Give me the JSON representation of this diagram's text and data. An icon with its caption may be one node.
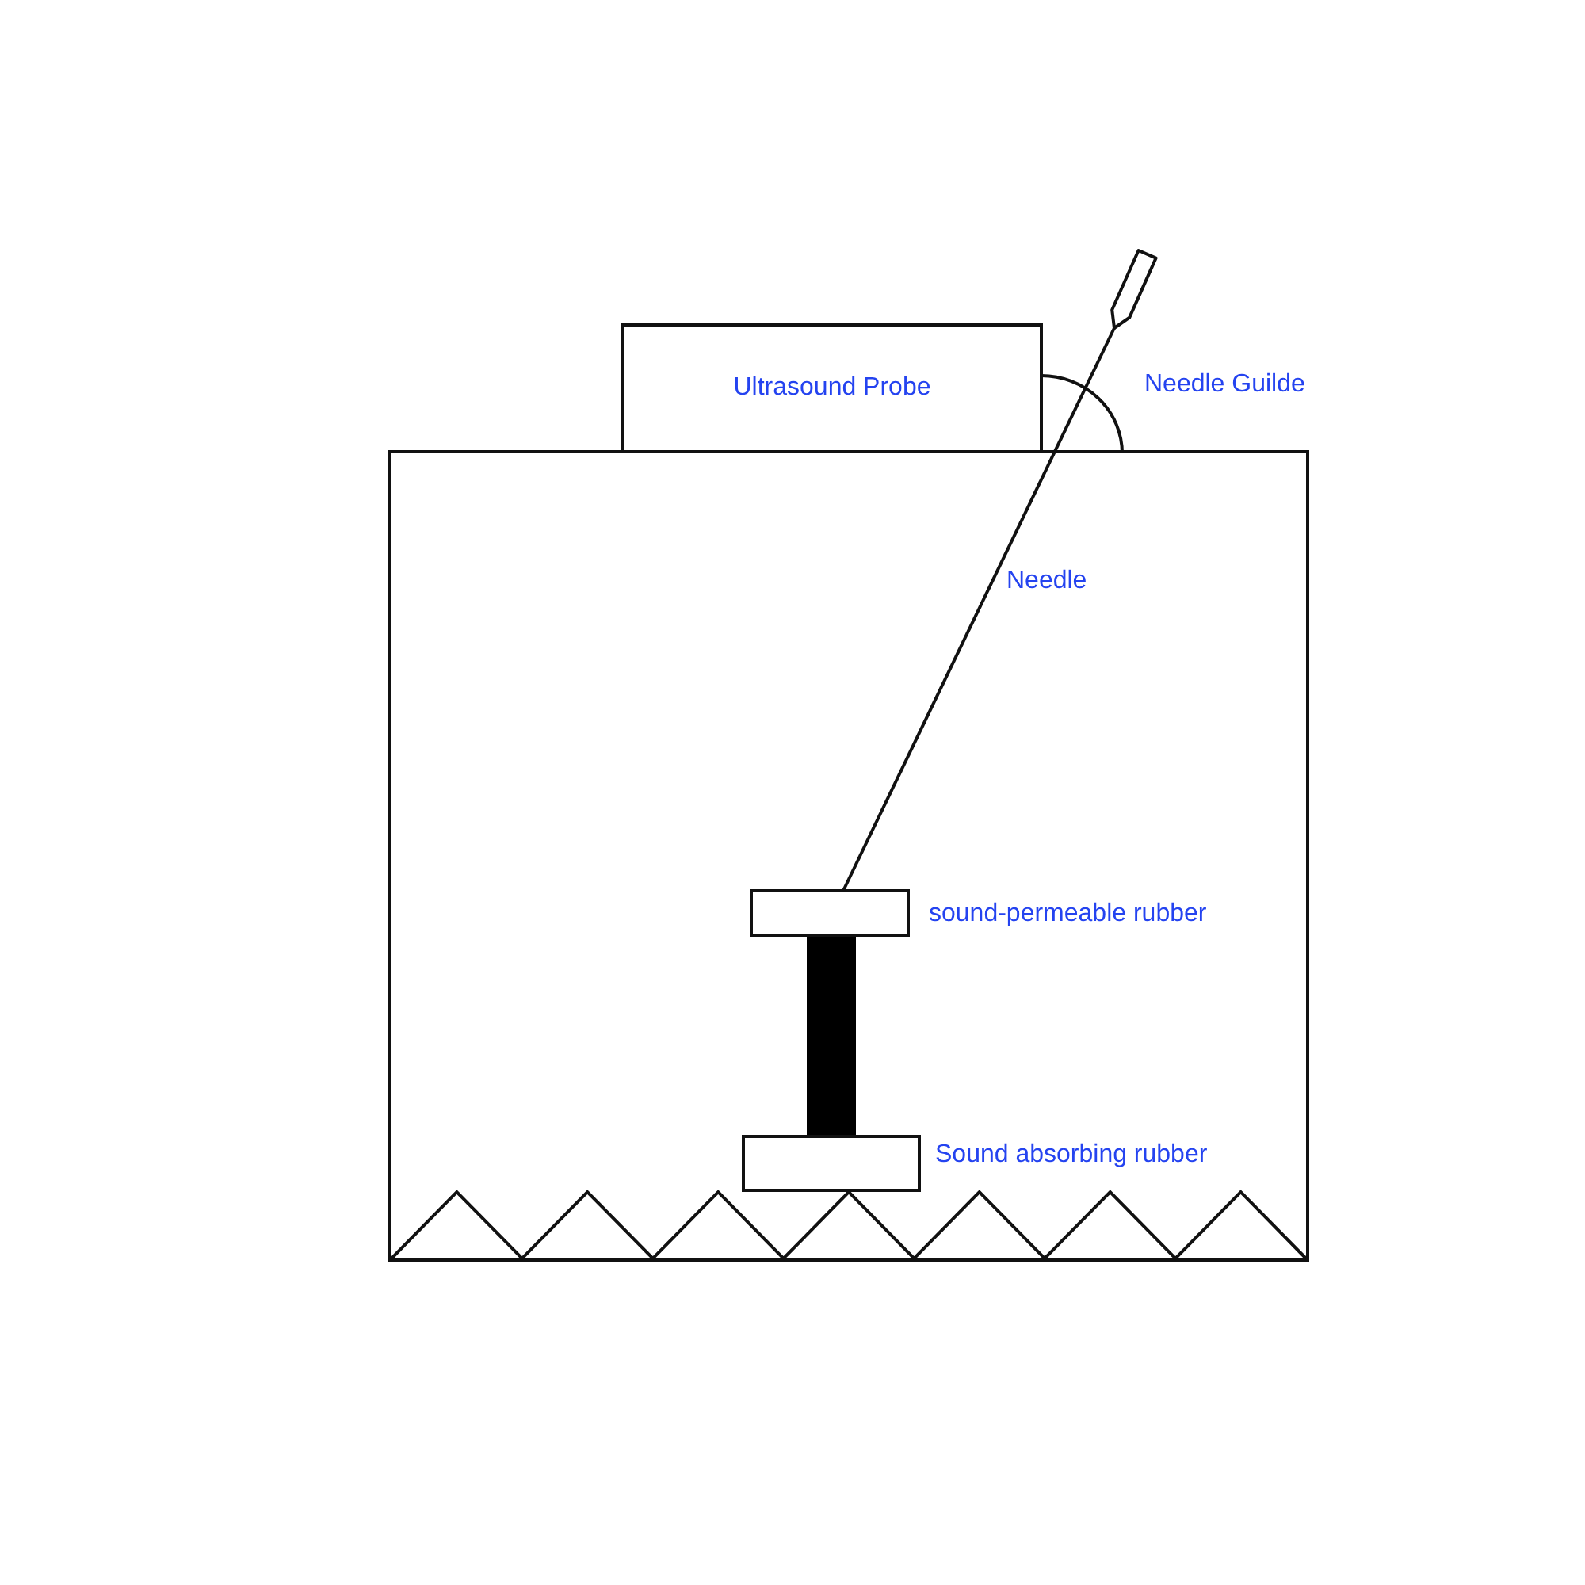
{
  "diagram": {
    "nodes": [
      {
        "text": [],
        "shape": "box"
      },
      {
        "text": [
          "Ultrasound Probe"
        ]
      },
      {
        "text": [],
        "shape": "arc",
        "beside": [
          "Needle Guilde"
        ]
      },
      {
        "text": [],
        "shape": "box",
        "beside": [
          "sound-permeable rubber"
        ],
        "in": 0
      },
      {
        "text": [],
        "shape": "bar",
        "in": 0
      },
      {
        "text": [],
        "shape": "box",
        "beside": [
          "Sound absorbing rubber"
        ],
        "in": 0
      }
    ],
    "labels": [
      "Needle"
    ]
  }
}
